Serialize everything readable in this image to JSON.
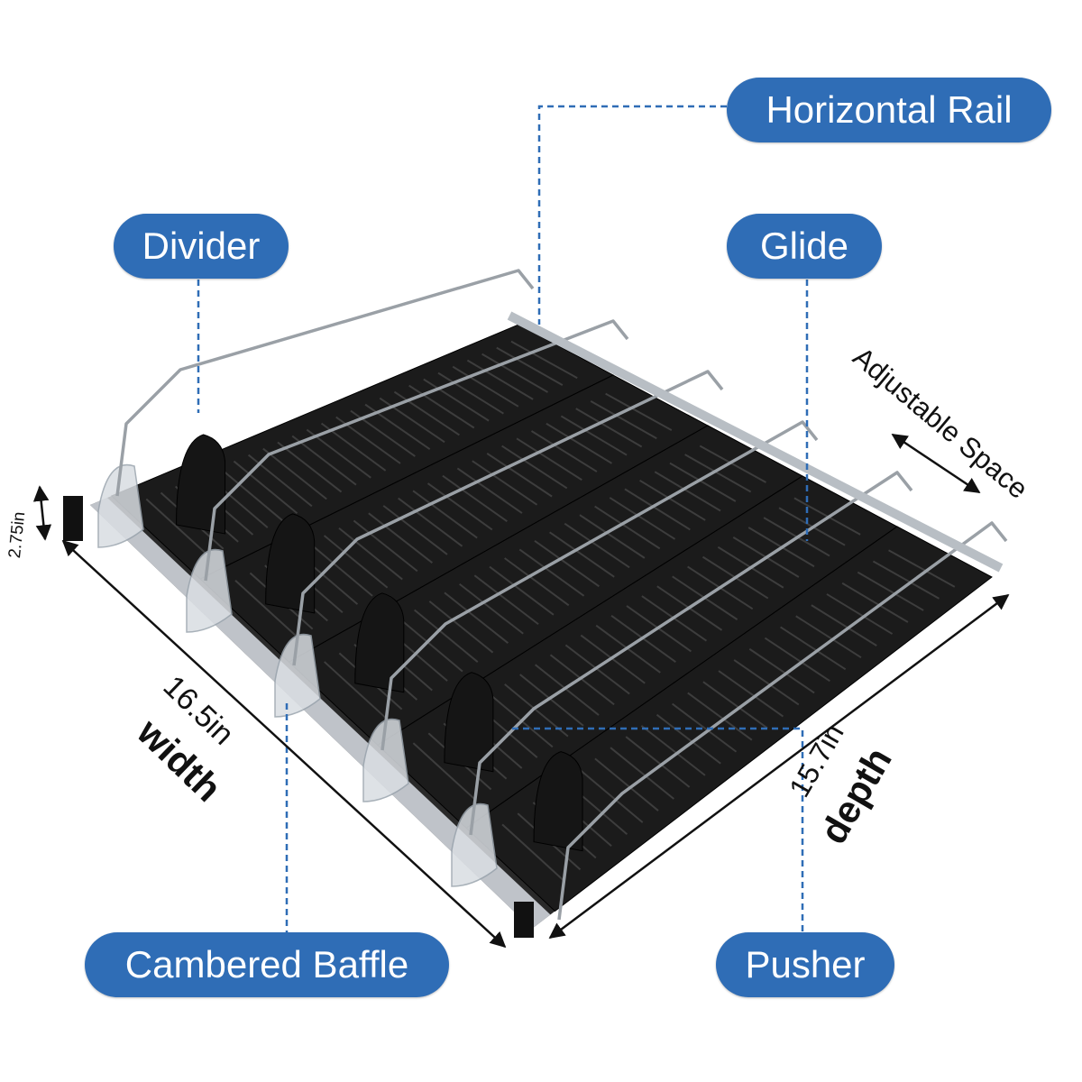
{
  "colors": {
    "pill": "#2f6db6",
    "leader": "#2f6db6",
    "tray": "#1b1b1b",
    "wire": "#9aa0a6",
    "baffle": "#d9dde2"
  },
  "labels": {
    "horizontal_rail": "Horizontal Rail",
    "divider": "Divider",
    "glide": "Glide",
    "cambered_baffle": "Cambered Baffle",
    "pusher": "Pusher"
  },
  "dimensions": {
    "height": "2.75in",
    "width_value": "16.5in",
    "width_word": "width",
    "depth_value": "15.7in",
    "depth_word": "depth",
    "adjustable_space": "Adjustable Space"
  }
}
